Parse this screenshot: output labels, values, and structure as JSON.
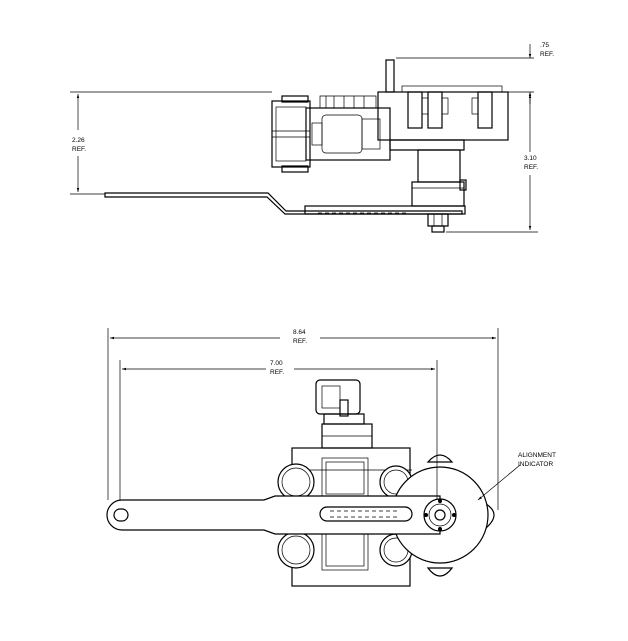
{
  "dimensions": {
    "top_ref": {
      "value": ".75",
      "suffix": "REF."
    },
    "left_ref": {
      "value": "2.26",
      "suffix": "REF."
    },
    "right_ref": {
      "value": "3.10",
      "suffix": "REF."
    },
    "overall_width": {
      "value": "8.64",
      "suffix": "REF."
    },
    "inner_width": {
      "value": "7.00",
      "suffix": "REF."
    }
  },
  "callouts": {
    "alignment_line1": "ALIGNMENT",
    "alignment_line2": "INDICATOR"
  }
}
